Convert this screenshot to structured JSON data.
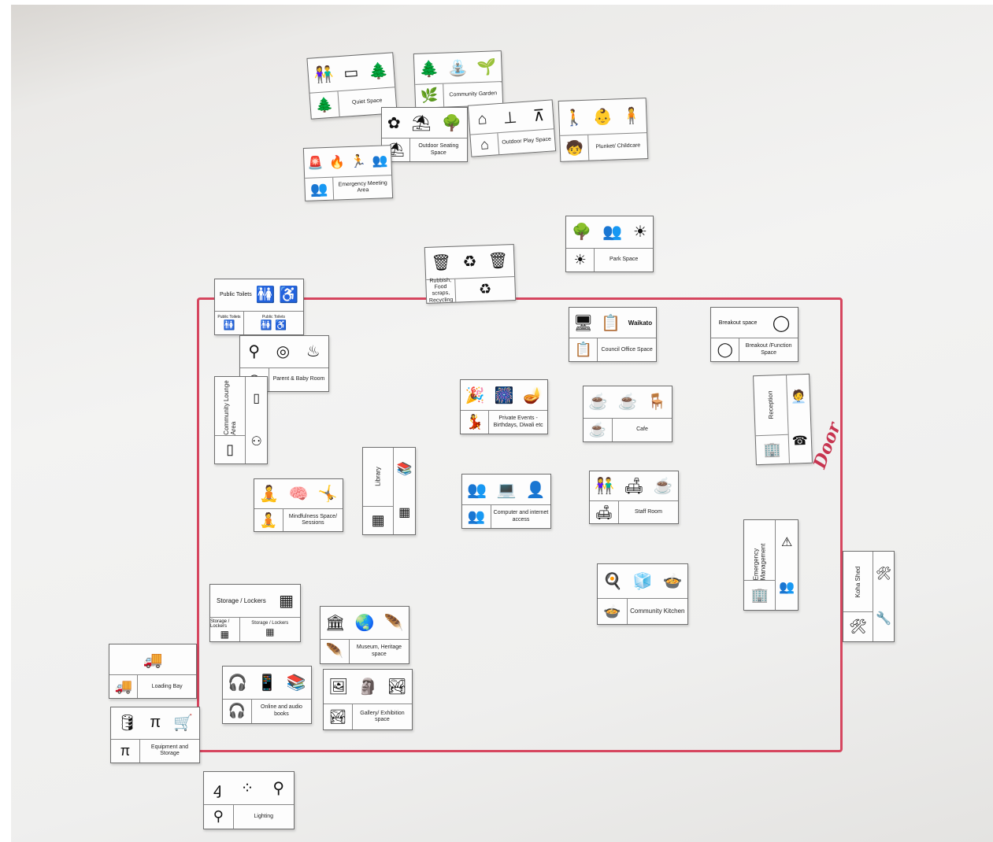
{
  "door_label": "Door",
  "cards": [
    {
      "id": "quiet-space",
      "label": "Quiet Space",
      "icons_top": [
        "people-icon",
        "bench-icon",
        "tree-icon"
      ],
      "icon_bottom": "tree-icon"
    },
    {
      "id": "community-garden",
      "label": "Community Garden",
      "icons_top": [
        "trees-icon",
        "watering-can-icon",
        "plant-icon"
      ],
      "icon_bottom": "garden-icon"
    },
    {
      "id": "outdoor-seating",
      "label": "Outdoor Seating Space",
      "icons_top": [
        "flower-icon",
        "umbrella-table-icon",
        "tree-icon"
      ],
      "icon_bottom": "umbrella-table-icon"
    },
    {
      "id": "outdoor-play",
      "label": "Outdoor Play Space",
      "icons_top": [
        "playground-icon",
        "seesaw-icon",
        "slide-icon"
      ],
      "icon_bottom": "playground-icon"
    },
    {
      "id": "plunket",
      "label": "Plunket/ Childcare",
      "icons_top": [
        "parent-child-icon",
        "baby-icon",
        "adult-icon"
      ],
      "icon_bottom": "child-icon"
    },
    {
      "id": "emergency-meeting",
      "label": "Emergency Meeting Area",
      "icons_top": [
        "siren-icon",
        "fire-icon",
        "running-icon",
        "crowd-icon"
      ],
      "icon_bottom": "crowd-icon"
    },
    {
      "id": "park-space",
      "label": "Park Space",
      "icons_top": [
        "tree-icon",
        "crowd-icon",
        "field-icon"
      ],
      "icon_bottom": "field-icon"
    },
    {
      "id": "rubbish",
      "label": "Rubbish, Food scraps, Recycling",
      "icons_top": [
        "bin-icon",
        "recycle-icon",
        "food-bin-icon"
      ],
      "icon_bottom": "bin-icon"
    },
    {
      "id": "public-toilets",
      "label": "Public Toilets",
      "sub_labels": [
        "Public Toilets",
        "Public Toilets"
      ],
      "icons_top": [
        "toilet-icon",
        "accessible-icon"
      ],
      "icon_bottom": "toilet-icon"
    },
    {
      "id": "council-office",
      "label": "Council Office Space",
      "header": "Waikato",
      "icons_top": [
        "desk-icon",
        "clipboard-icon"
      ],
      "icon_bottom": "clipboard-icon"
    },
    {
      "id": "breakout",
      "label": "Breakout /Function Space",
      "header": "Breakout space",
      "icons_top": [
        "meeting-table-icon"
      ],
      "icon_bottom": "meeting-table-icon"
    },
    {
      "id": "parent-baby",
      "label": "Parent & Baby Room",
      "icons_top": [
        "mobile-icon",
        "baby-seat-icon",
        "stroller-icon"
      ],
      "icon_bottom": "baby-seat-icon"
    },
    {
      "id": "community-lounge",
      "label": "Community Lounge Area",
      "icons_top": [
        "sofa-icon",
        "lounge-icon"
      ],
      "icon_bottom": "sofa-icon"
    },
    {
      "id": "private-events",
      "label": "Private Events - Birthdays, Diwali etc",
      "icons_top": [
        "party-icon",
        "fireworks-icon",
        "diya-icon"
      ],
      "icon_bottom": "dancing-icon"
    },
    {
      "id": "cafe",
      "label": "Cafe",
      "icons_top": [
        "cafe-counter-icon",
        "cup-icon",
        "seated-icon"
      ],
      "icon_bottom": "cafe-counter-icon"
    },
    {
      "id": "reception",
      "label": "Reception",
      "icons_top": [
        "reception-desk-icon",
        "phone-icon"
      ],
      "icon_bottom": "building-icon"
    },
    {
      "id": "library",
      "label": "Library",
      "icons_top": [
        "books-icon",
        "bookshelf-icon"
      ],
      "icon_bottom": "bookshelf-icon"
    },
    {
      "id": "mindfulness",
      "label": "Mindfulness Space/ Sessions",
      "icons_top": [
        "meditation-icon",
        "mind-icon",
        "yoga-icon"
      ],
      "icon_bottom": "meditation-icon"
    },
    {
      "id": "computer",
      "label": "Computer and internet access",
      "icons_top": [
        "class-icon",
        "computer-icon",
        "user-icon"
      ],
      "icon_bottom": "class-icon"
    },
    {
      "id": "staff-room",
      "label": "Staff Room",
      "icons_top": [
        "people-icon",
        "sofa-icon",
        "mug-icon"
      ],
      "icon_bottom": "sofa-icon"
    },
    {
      "id": "emergency-management",
      "label": "Emergency Management",
      "icons_top": [
        "warning-icon",
        "crowd-icon"
      ],
      "icon_bottom": "building-icon"
    },
    {
      "id": "koha-shed",
      "label": "Koha Shed",
      "icons_top": [
        "tools-icon",
        "drill-icon"
      ],
      "icon_bottom": "tools-icon"
    },
    {
      "id": "community-kitchen",
      "label": "Community Kitchen",
      "icons_top": [
        "stove-icon",
        "fridge-icon",
        "cooking-icon"
      ],
      "icon_bottom": "cooking-icon"
    },
    {
      "id": "storage",
      "label": "Storage / Lockers",
      "sub_labels": [
        "Storage / Lockers",
        "Storage / Lockers"
      ],
      "icons_top": [
        "lockers-icon"
      ],
      "icon_bottom": "lockers-icon"
    },
    {
      "id": "museum",
      "label": "Museum, Heritage space",
      "icons_top": [
        "building-icon",
        "globe-icon",
        "feather-icon"
      ],
      "icon_bottom": "feather-icon"
    },
    {
      "id": "loading-bay",
      "label": "Loading Bay",
      "icons_top": [
        "truck-icon"
      ],
      "icon_bottom": "truck-icon"
    },
    {
      "id": "online-audio",
      "label": "Online and audio books",
      "icons_top": [
        "headphones-icon",
        "tablet-icon",
        "books-icon"
      ],
      "icon_bottom": "headphones-icon"
    },
    {
      "id": "gallery",
      "label": "Gallery/ Exhibition space",
      "icons_top": [
        "easel-icon",
        "sculpture-icon",
        "picture-icon"
      ],
      "icon_bottom": "picture-icon"
    },
    {
      "id": "equipment",
      "label": "Equipment and Storage",
      "icons_top": [
        "barrel-icon",
        "table-icon",
        "trolley-icon"
      ],
      "icon_bottom": "table-icon"
    },
    {
      "id": "lighting",
      "label": "Lighting",
      "icons_top": [
        "street-light-icon",
        "string-lights-icon",
        "lamp-post-icon"
      ],
      "icon_bottom": "lamp-post-icon"
    }
  ]
}
